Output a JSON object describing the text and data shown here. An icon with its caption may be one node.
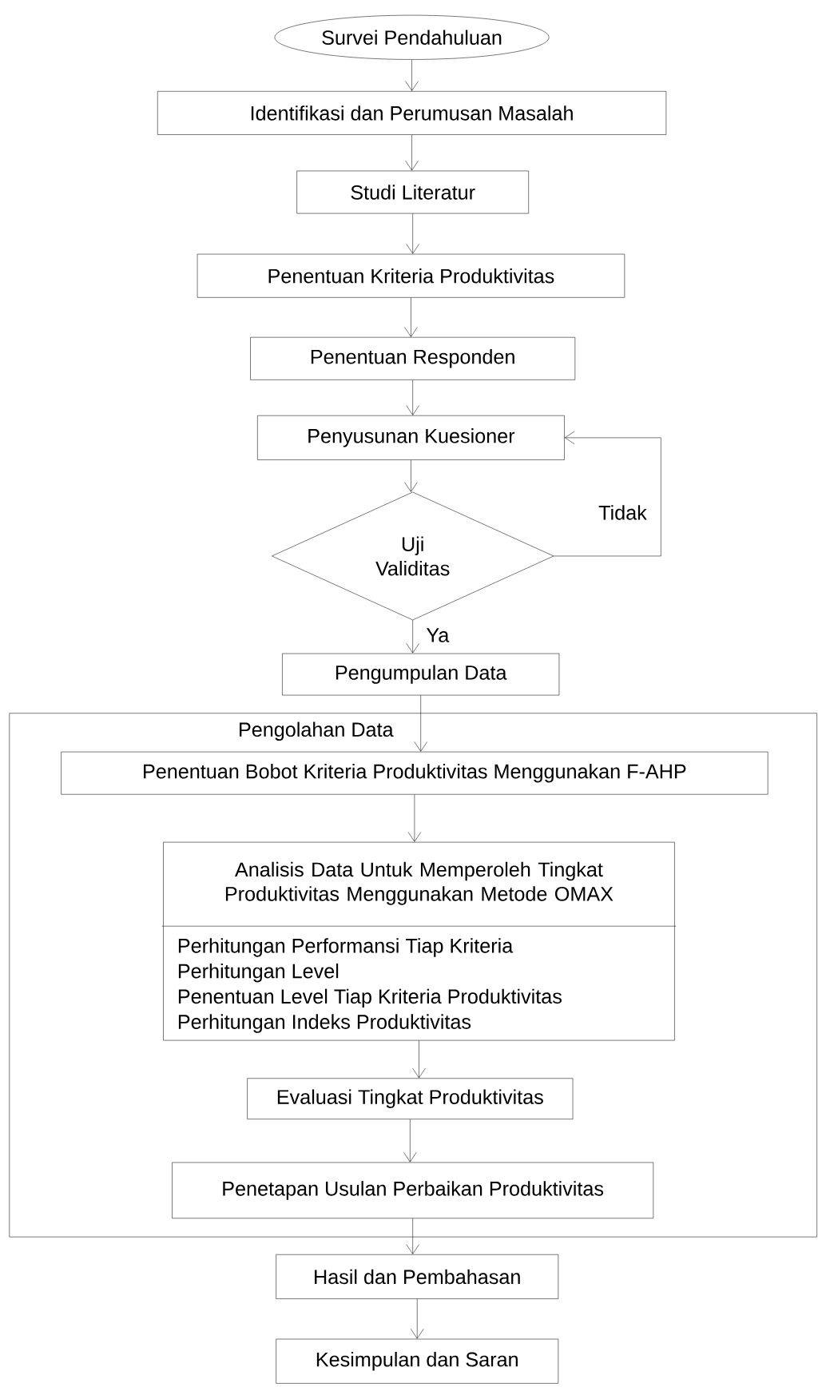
{
  "diagram": {
    "nodes": [
      {
        "text": [
          "Survei Pendahuluan"
        ]
      },
      {
        "text": [
          "Identifikasi dan Perumusan Masalah"
        ]
      },
      {
        "text": [
          "Studi Literatur"
        ]
      },
      {
        "text": [
          "Penentuan Kriteria Produktivitas"
        ]
      },
      {
        "text": [
          "Penentuan Responden"
        ]
      },
      {
        "text": [
          "Penyusunan Kuesioner"
        ]
      },
      {
        "text": [
          "Uji Validitas"
        ]
      },
      {
        "text": [
          "Pengumpulan Data"
        ]
      },
      {
        "text": [
          "Pengolahan Data"
        ]
      },
      {
        "text": [
          "Penentuan Bobot Kriteria Produktivitas Menggunakan F-AHP"
        ],
        "in": 8
      },
      {
        "text": [
          "Analisis Data Untuk Memperoleh Tingkat Produktivitas Menggunakan Metode OMAX",
          "Perhitungan Performansi Tiap Kriteria",
          "Perhitungan Level",
          "Penentuan Level Tiap Kriteria Produktivitas",
          "Perhitungan Indeks Produktivitas"
        ],
        "in": 8
      },
      {
        "text": [
          "Evaluasi Tingkat Produktivitas"
        ],
        "in": 8
      },
      {
        "text": [
          "Penetapan Usulan Perbaikan Produktivitas"
        ],
        "in": 8
      },
      {
        "text": [
          "Hasil dan Pembahasan"
        ]
      },
      {
        "text": [
          "Kesimpulan dan Saran"
        ]
      }
    ],
    "edges": [
      {
        "from": 0,
        "to": 1,
        "arrow": "to"
      },
      {
        "from": 1,
        "to": 2,
        "arrow": "to"
      },
      {
        "from": 2,
        "to": 3,
        "arrow": "to"
      },
      {
        "from": 3,
        "to": 4,
        "arrow": "to"
      },
      {
        "from": 4,
        "to": 5,
        "arrow": "to"
      },
      {
        "from": 5,
        "to": 6,
        "arrow": "to"
      },
      {
        "from": 6,
        "to": 5,
        "arrow": "to",
        "label": "Tidak"
      },
      {
        "from": 6,
        "to": 7,
        "arrow": "to",
        "label": "Ya"
      },
      {
        "from": 7,
        "to": 9,
        "arrow": "to"
      },
      {
        "from": 9,
        "to": 10,
        "arrow": "to"
      },
      {
        "from": 10,
        "to": 11,
        "arrow": "to"
      },
      {
        "from": 11,
        "to": 12,
        "arrow": "to"
      },
      {
        "from": 12,
        "to": 13,
        "arrow": "to"
      },
      {
        "from": 13,
        "to": 14,
        "arrow": "to"
      }
    ]
  }
}
